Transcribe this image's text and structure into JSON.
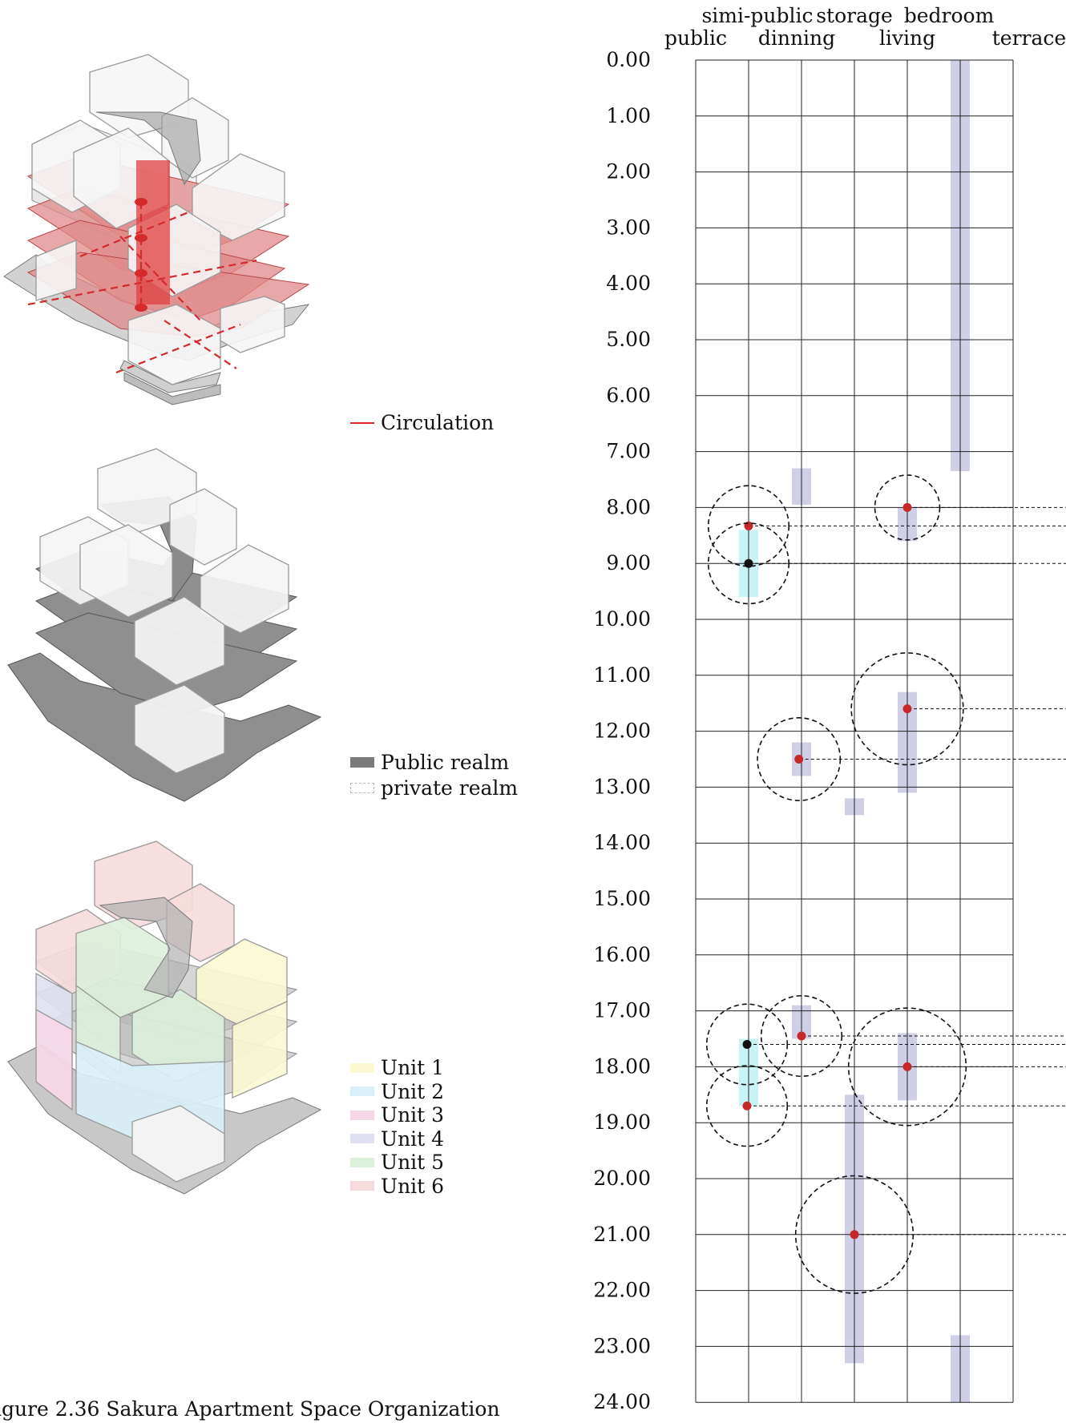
{
  "legends": {
    "circulation": {
      "label": "Circulation",
      "color": "#d42a2a"
    },
    "realm": [
      {
        "label": "Public realm",
        "color": "#7a7a7a"
      },
      {
        "label": "private realm",
        "color": "#dddddd"
      }
    ],
    "units": [
      {
        "label": "Unit 1",
        "color": "#fbf8d2"
      },
      {
        "label": "Unit 2",
        "color": "#d9f0f8"
      },
      {
        "label": "Unit 3",
        "color": "#f8d7e8"
      },
      {
        "label": "Unit 4",
        "color": "#dfe0f0"
      },
      {
        "label": "Unit 5",
        "color": "#ddf0dc"
      },
      {
        "label": "Unit 6",
        "color": "#f6dcdc"
      }
    ]
  },
  "caption": "igure 2.36 Sakura Apartment Space Organization",
  "chart_data": {
    "type": "table",
    "columns_top": [
      "simi-public",
      "storage",
      "bedroom"
    ],
    "columns_bottom": [
      "public",
      "dinning",
      "living",
      "terrace"
    ],
    "y_ticks": [
      "0.00",
      "1.00",
      "2.00",
      "3.00",
      "4.00",
      "5.00",
      "6.00",
      "7.00",
      "8.00",
      "9.00",
      "10.00",
      "11.00",
      "12.00",
      "13.00",
      "14.00",
      "15.00",
      "16.00",
      "17.00",
      "18.00",
      "19.00",
      "20.00",
      "21.00",
      "22.00",
      "23.00",
      "24.00"
    ],
    "ylim": [
      0,
      24
    ],
    "bars": [
      {
        "column": 5,
        "y0": 0.0,
        "y1": 7.35,
        "color": "#cfd0e6"
      },
      {
        "column": 2,
        "y0": 7.3,
        "y1": 7.95,
        "color": "#cfd0e6"
      },
      {
        "column": 4,
        "y0": 8.0,
        "y1": 8.6,
        "color": "#cfd0e6"
      },
      {
        "column": 1,
        "y0": 8.4,
        "y1": 9.6,
        "color": "#c8f4f6"
      },
      {
        "column": 4,
        "y0": 11.3,
        "y1": 13.1,
        "color": "#cfd0e6"
      },
      {
        "column": 2,
        "y0": 12.2,
        "y1": 12.8,
        "color": "#cfd0e6"
      },
      {
        "column": 3,
        "y0": 13.2,
        "y1": 13.5,
        "color": "#cfd0e6"
      },
      {
        "column": 2,
        "y0": 16.9,
        "y1": 17.5,
        "color": "#cfd0e6"
      },
      {
        "column": 1,
        "y0": 17.5,
        "y1": 18.7,
        "color": "#c8f4f6"
      },
      {
        "column": 4,
        "y0": 17.4,
        "y1": 18.6,
        "color": "#cfd0e6"
      },
      {
        "column": 3,
        "y0": 18.5,
        "y1": 23.3,
        "color": "#cfd0e6"
      },
      {
        "column": 5,
        "y0": 22.8,
        "y1": 24.0,
        "color": "#cfd0e6"
      }
    ],
    "nodes": [
      {
        "x": 4.0,
        "y": 8.0,
        "r": 0.58,
        "color": "#c62828",
        "line": true
      },
      {
        "x": 1.0,
        "y": 8.33,
        "r": 0.72,
        "color": "#c62828",
        "line": true
      },
      {
        "x": 1.0,
        "y": 9.0,
        "r": 0.72,
        "color": "#111111",
        "line": true
      },
      {
        "x": 4.0,
        "y": 11.6,
        "r": 1.0,
        "color": "#c62828",
        "line": true
      },
      {
        "x": 1.95,
        "y": 12.5,
        "r": 0.74,
        "color": "#c62828",
        "line": true
      },
      {
        "x": 2.0,
        "y": 17.45,
        "r": 0.72,
        "color": "#c62828",
        "line": true
      },
      {
        "x": 0.97,
        "y": 17.6,
        "r": 0.72,
        "color": "#111111",
        "line": true
      },
      {
        "x": 4.0,
        "y": 18.0,
        "r": 1.05,
        "color": "#c62828",
        "line": true
      },
      {
        "x": 0.97,
        "y": 18.7,
        "r": 0.72,
        "color": "#c62828",
        "line": true
      },
      {
        "x": 3.0,
        "y": 21.0,
        "r": 1.05,
        "color": "#c62828",
        "line": true
      }
    ],
    "grid": true
  }
}
